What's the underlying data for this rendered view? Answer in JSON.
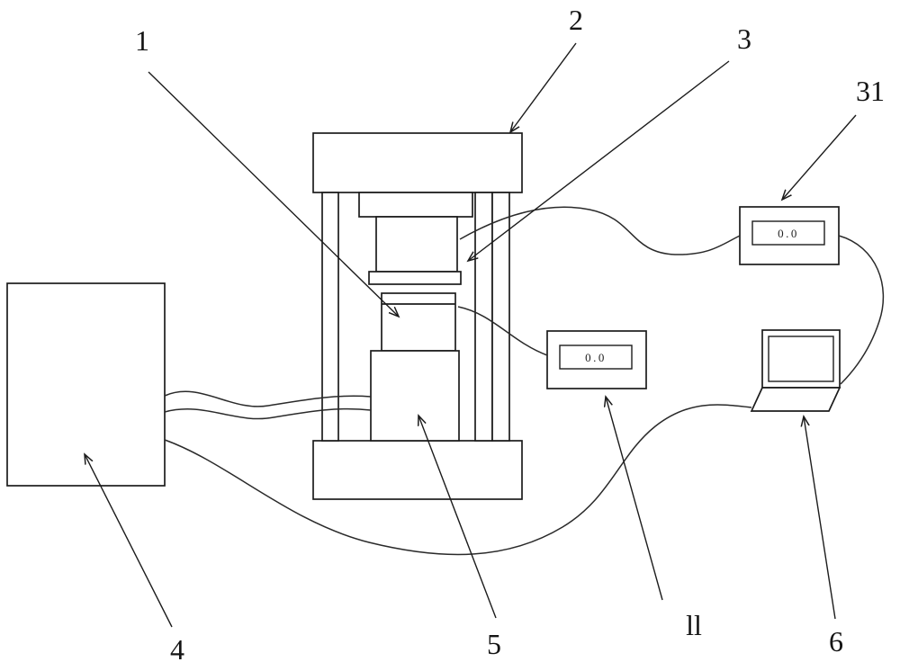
{
  "figure": {
    "labels": {
      "n1": "1",
      "n2": "2",
      "n3": "3",
      "n31": "31",
      "n4": "4",
      "n5": "5",
      "n6": "6",
      "n11": "ll"
    },
    "meters": {
      "upper_reading": "0.0",
      "middle_reading": "0.0"
    },
    "colors": {
      "line": "#1c1c1c",
      "background": "#ffffff"
    }
  }
}
